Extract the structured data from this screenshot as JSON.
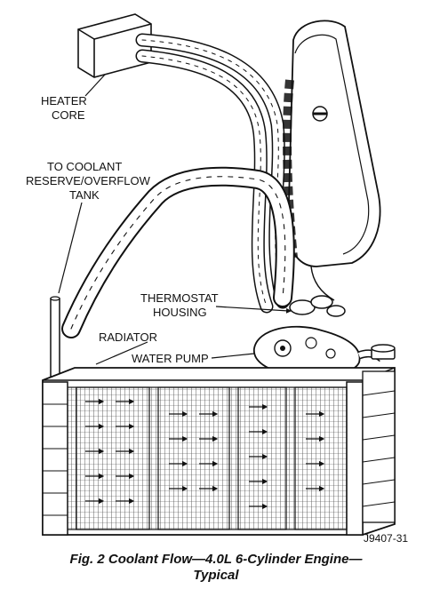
{
  "labels": {
    "heater_core_line1": "HEATER",
    "heater_core_line2": "CORE",
    "reserve_line1": "TO COOLANT",
    "reserve_line2": "RESERVE/OVERFLOW",
    "reserve_line3": "TANK",
    "thermostat_line1": "THERMOSTAT",
    "thermostat_line2": "HOUSING",
    "radiator": "RADIATOR",
    "water_pump": "WATER PUMP"
  },
  "figure_ref": "J9407-31",
  "caption": {
    "line1": "Fig. 2 Coolant Flow—4.0L 6-Cylinder Engine—",
    "line2": "Typical"
  }
}
